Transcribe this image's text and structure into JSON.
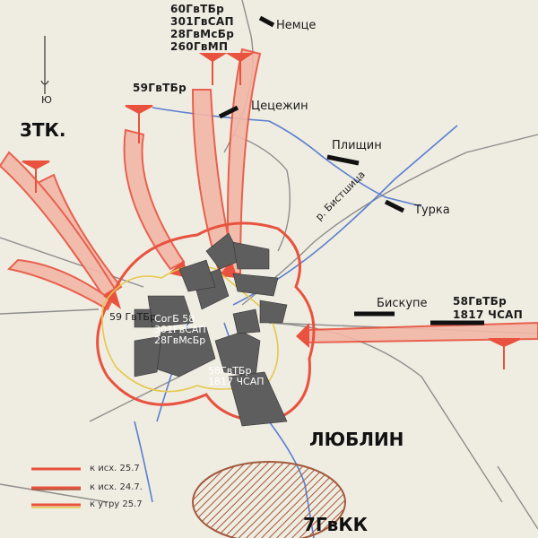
{
  "map": {
    "north_label": "Ю",
    "city": "ЛЮБЛИН",
    "corps_label_left": "3ТК.",
    "corps_label_bottom": "7ГвКК",
    "top_units": [
      "60ГвТБр",
      "301ГвСАП",
      "28ГвМсБр",
      "260ГвМП"
    ],
    "unit_59": "59ГвТБр",
    "unit_59_inside": "59 ГвТБр",
    "unit_center": [
      "СогБ 58",
      "301ГвСАП",
      "28ГвМсБр"
    ],
    "unit_south": [
      "58ГвТБр",
      "1817 ЧСАП"
    ],
    "unit_east": [
      "58ГвТБр",
      "1817 ЧСАП"
    ],
    "places": {
      "nemce": "Немце",
      "cecezhin": "Цецежин",
      "plishchin": "Плищин",
      "turka": "Турка",
      "biskupe": "Бискупе",
      "river": "р. Бистшица"
    },
    "legend": [
      {
        "label": "к исх. 25.7",
        "color": "#e8523e"
      },
      {
        "label": "к исх. 24.7.",
        "color": "#e8523e"
      },
      {
        "label": "к утру 25.7",
        "color": "#e8523e"
      }
    ],
    "colors": {
      "paper": "#efece2",
      "red": "#e8523e",
      "pink": "#f3b7a8",
      "blue": "#5b7fcf",
      "gray": "#5e5e5e",
      "brown": "#a35a3c",
      "yellow": "#e6c84a"
    }
  }
}
